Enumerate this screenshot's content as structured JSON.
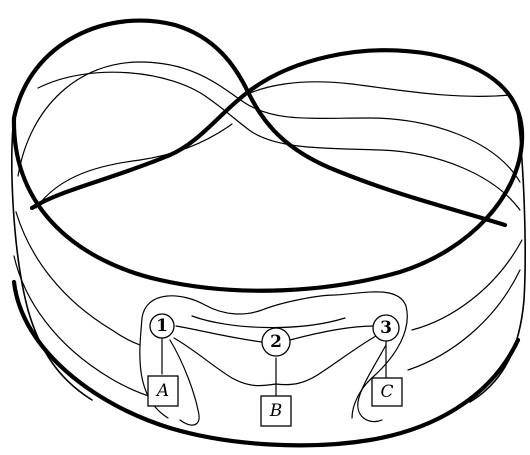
{
  "diagram": {
    "vertices": [
      {
        "id": "1",
        "label": "1"
      },
      {
        "id": "2",
        "label": "2"
      },
      {
        "id": "3",
        "label": "3"
      }
    ],
    "boxes": [
      {
        "id": "A",
        "label": "A"
      },
      {
        "id": "B",
        "label": "B"
      },
      {
        "id": "C",
        "label": "C"
      }
    ],
    "edges": [
      {
        "from": "1",
        "to": "A"
      },
      {
        "from": "2",
        "to": "B"
      },
      {
        "from": "3",
        "to": "C"
      },
      {
        "from": "1",
        "to": "2"
      },
      {
        "from": "2",
        "to": "3"
      }
    ]
  }
}
